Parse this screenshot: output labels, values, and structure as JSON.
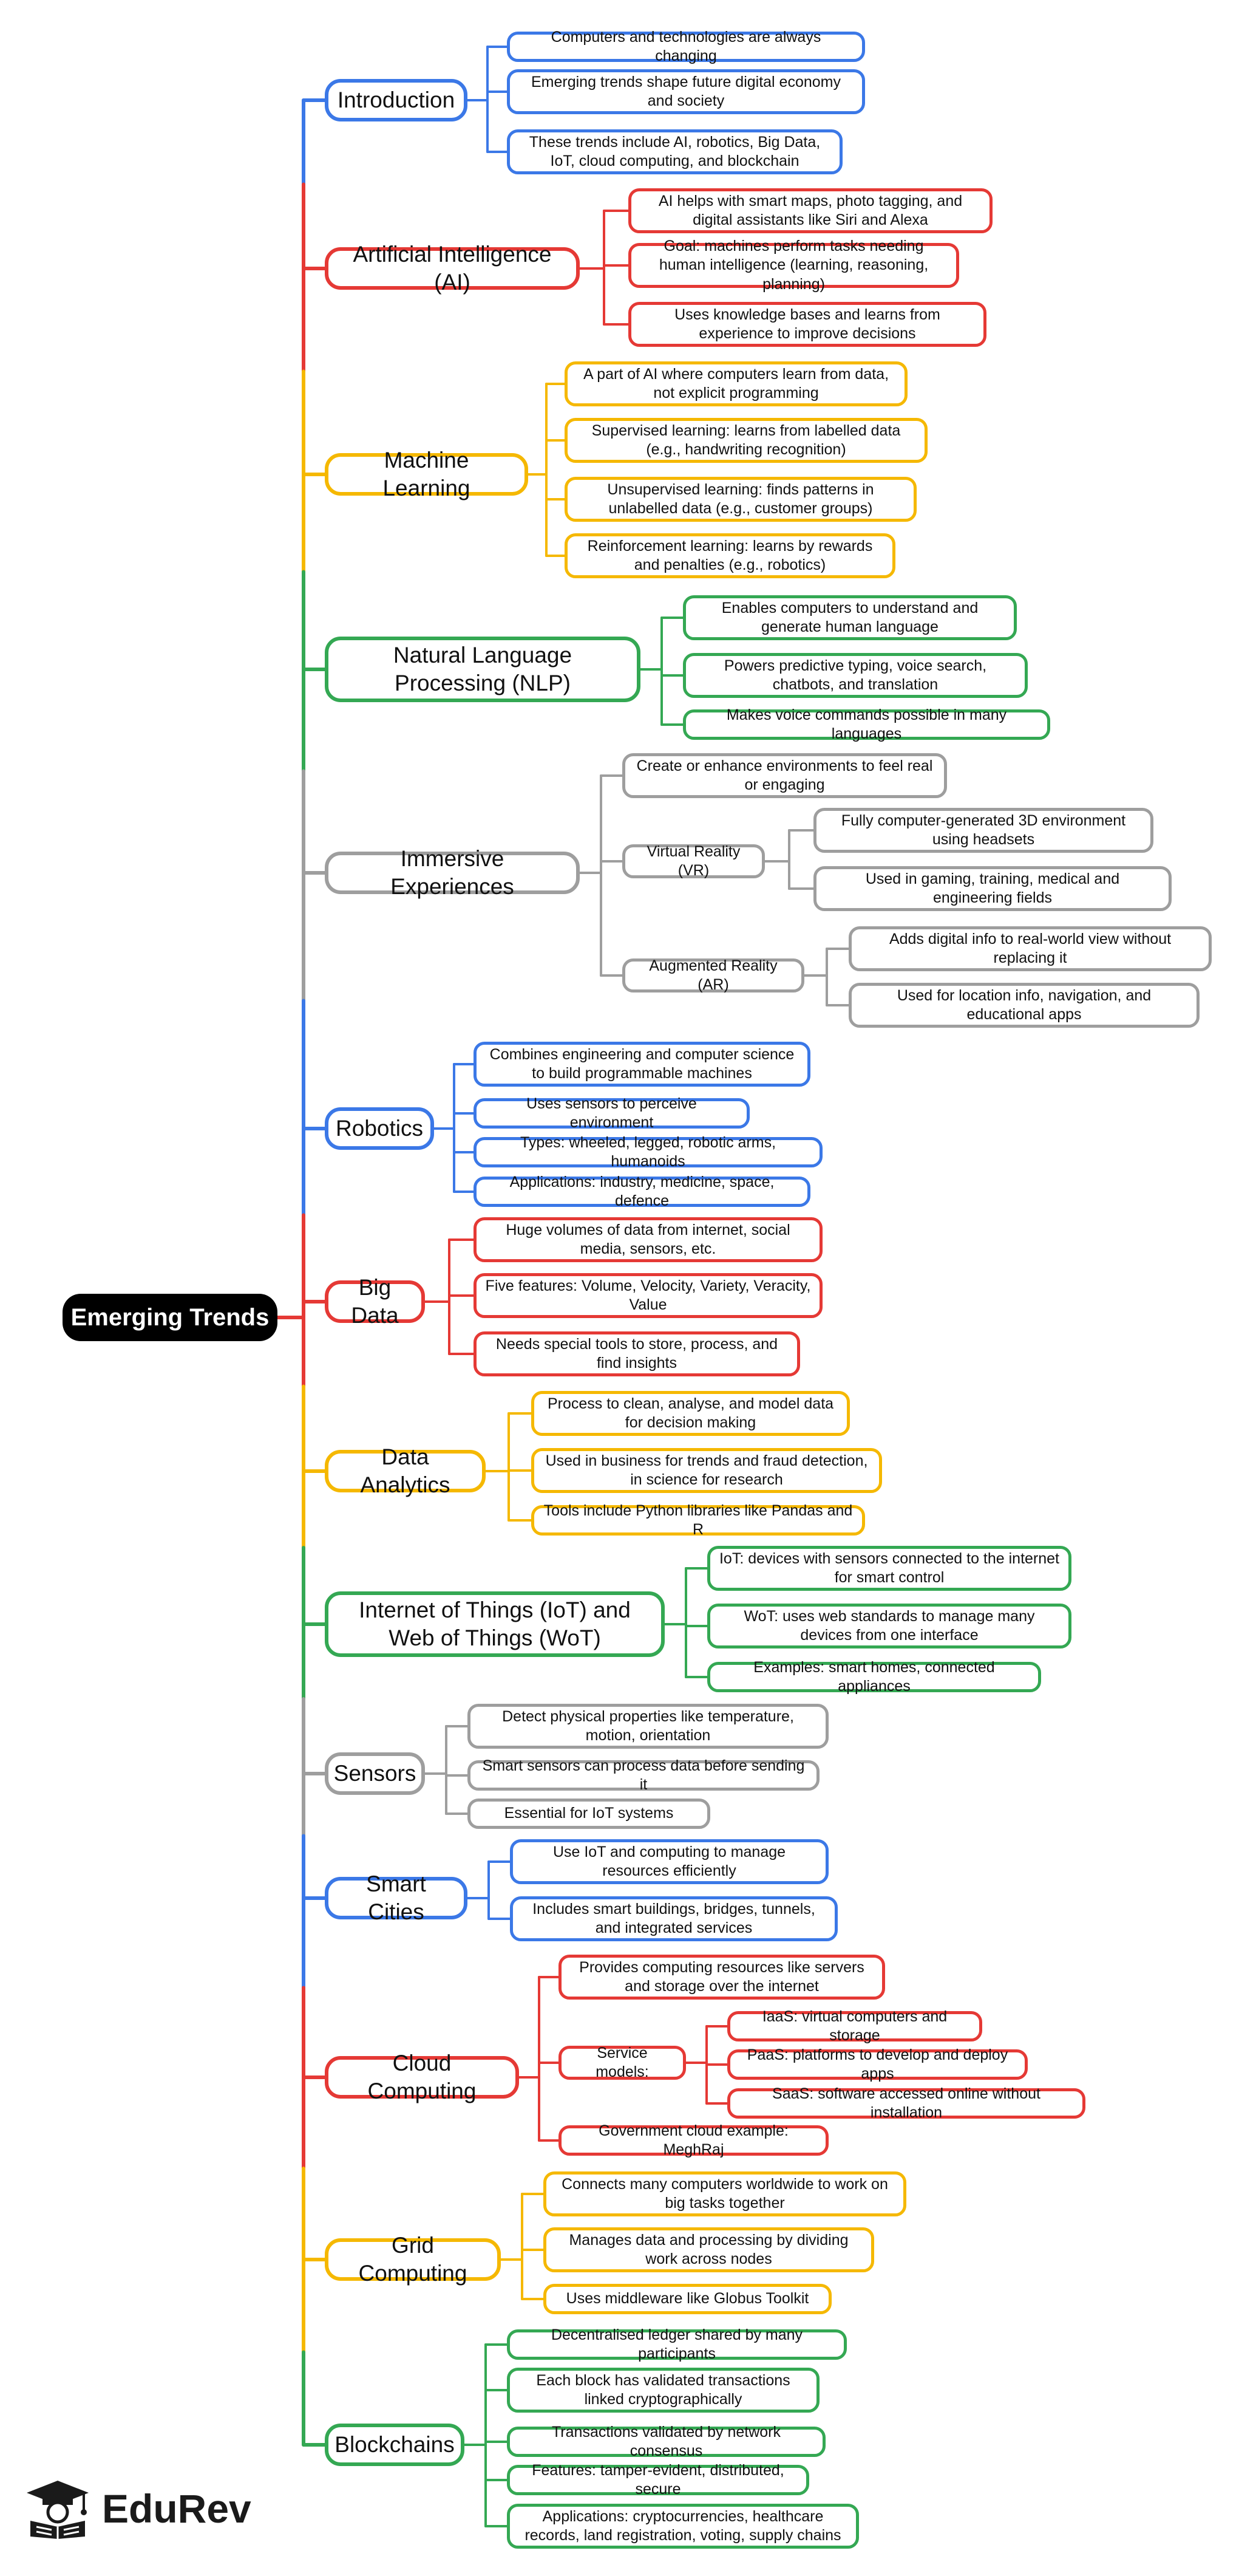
{
  "title": "Emerging Trends",
  "logo": {
    "name": "EduRev",
    "icon": "graduate-reading-icon"
  },
  "colors": {
    "blue": "#3b78e7",
    "red": "#e53935",
    "yellow": "#f5b800",
    "green": "#34a853",
    "gray": "#9e9e9e",
    "root_bg": "#000000"
  },
  "topics": [
    {
      "label": "Introduction",
      "color": "blue",
      "children": [
        {
          "label": "Computers and technologies are always changing"
        },
        {
          "label": "Emerging trends shape future digital economy and society"
        },
        {
          "label": "These trends include AI, robotics, Big Data, IoT, cloud computing, and blockchain"
        }
      ]
    },
    {
      "label": "Artificial Intelligence (AI)",
      "color": "red",
      "children": [
        {
          "label": "AI helps with smart maps, photo tagging, and digital assistants like Siri and Alexa"
        },
        {
          "label": "Goal: machines perform tasks needing human intelligence (learning, reasoning, planning)"
        },
        {
          "label": "Uses knowledge bases and learns from experience to improve decisions"
        }
      ]
    },
    {
      "label": "Machine Learning",
      "color": "yellow",
      "children": [
        {
          "label": "A part of AI where computers learn from data, not explicit programming"
        },
        {
          "label": "Supervised learning: learns from labelled data (e.g., handwriting recognition)"
        },
        {
          "label": "Unsupervised learning: finds patterns in unlabelled data (e.g., customer groups)"
        },
        {
          "label": "Reinforcement learning: learns by rewards and penalties (e.g., robotics)"
        }
      ]
    },
    {
      "label": "Natural Language Processing (NLP)",
      "color": "green",
      "children": [
        {
          "label": "Enables computers to understand and generate human language"
        },
        {
          "label": "Powers predictive typing, voice search, chatbots, and translation"
        },
        {
          "label": "Makes voice commands possible in many languages"
        }
      ]
    },
    {
      "label": "Immersive Experiences",
      "color": "gray",
      "children": [
        {
          "label": "Create or enhance environments to feel real or engaging"
        },
        {
          "label": "Virtual Reality (VR)",
          "children": [
            {
              "label": "Fully computer-generated 3D environment using headsets"
            },
            {
              "label": "Used in gaming, training, medical and engineering fields"
            }
          ]
        },
        {
          "label": "Augmented Reality (AR)",
          "children": [
            {
              "label": "Adds digital info to real-world view without replacing it"
            },
            {
              "label": "Used for location info, navigation, and educational apps"
            }
          ]
        }
      ]
    },
    {
      "label": "Robotics",
      "color": "blue",
      "children": [
        {
          "label": "Combines engineering and computer science to build programmable machines"
        },
        {
          "label": "Uses sensors to perceive environment"
        },
        {
          "label": "Types: wheeled, legged, robotic arms, humanoids"
        },
        {
          "label": "Applications: industry, medicine, space, defence"
        }
      ]
    },
    {
      "label": "Big Data",
      "color": "red",
      "children": [
        {
          "label": "Huge volumes of data from internet, social media, sensors, etc."
        },
        {
          "label": "Five features: Volume, Velocity, Variety, Veracity, Value"
        },
        {
          "label": "Needs special tools to store, process, and find insights"
        }
      ]
    },
    {
      "label": "Data Analytics",
      "color": "yellow",
      "children": [
        {
          "label": "Process to clean, analyse, and model data for decision making"
        },
        {
          "label": "Used in business for trends and fraud detection, in science for research"
        },
        {
          "label": "Tools include Python libraries like Pandas and R"
        }
      ]
    },
    {
      "label": "Internet of Things (IoT) and Web of Things (WoT)",
      "color": "green",
      "children": [
        {
          "label": "IoT: devices with sensors connected to the internet for smart control"
        },
        {
          "label": "WoT: uses web standards to manage many devices from one interface"
        },
        {
          "label": "Examples: smart homes, connected appliances"
        }
      ]
    },
    {
      "label": "Sensors",
      "color": "gray",
      "children": [
        {
          "label": "Detect physical properties like temperature, motion, orientation"
        },
        {
          "label": "Smart sensors can process data before sending it"
        },
        {
          "label": "Essential for IoT systems"
        }
      ]
    },
    {
      "label": "Smart Cities",
      "color": "blue",
      "children": [
        {
          "label": "Use IoT and computing to manage resources efficiently"
        },
        {
          "label": "Includes smart buildings, bridges, tunnels, and integrated services"
        }
      ]
    },
    {
      "label": "Cloud Computing",
      "color": "red",
      "children": [
        {
          "label": "Provides computing resources like servers and storage over the internet"
        },
        {
          "label": "Service models:",
          "children": [
            {
              "label": "IaaS: virtual computers and storage"
            },
            {
              "label": "PaaS: platforms to develop and deploy apps"
            },
            {
              "label": "SaaS: software accessed online without installation"
            }
          ]
        },
        {
          "label": "Government cloud example: MeghRaj"
        }
      ]
    },
    {
      "label": "Grid Computing",
      "color": "yellow",
      "children": [
        {
          "label": "Connects many computers worldwide to work on big tasks together"
        },
        {
          "label": "Manages data and processing by dividing work across nodes"
        },
        {
          "label": "Uses middleware like Globus Toolkit"
        }
      ]
    },
    {
      "label": "Blockchains",
      "color": "green",
      "children": [
        {
          "label": "Decentralised ledger shared by many participants"
        },
        {
          "label": "Each block has validated transactions linked cryptographically"
        },
        {
          "label": "Transactions validated by network consensus"
        },
        {
          "label": "Features: tamper-evident, distributed, secure"
        },
        {
          "label": "Applications: cryptocurrencies, healthcare records, land registration, voting, supply chains"
        }
      ]
    }
  ]
}
